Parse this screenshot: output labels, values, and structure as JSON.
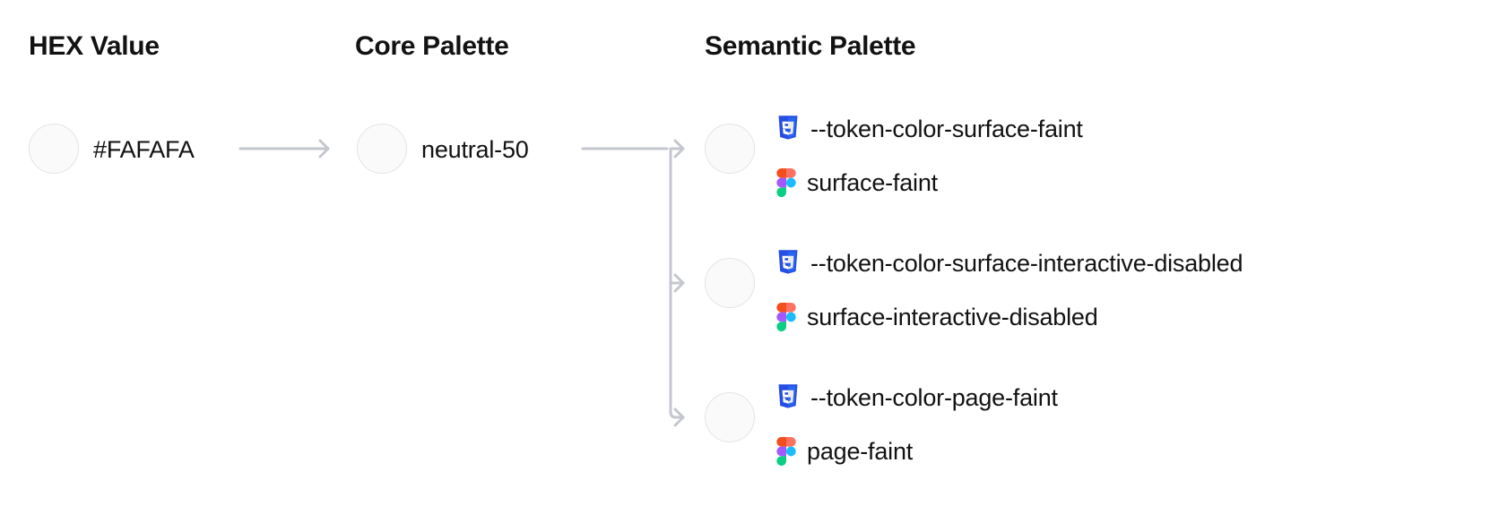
{
  "columns": {
    "hex": {
      "heading": "HEX Value"
    },
    "core": {
      "heading": "Core Palette"
    },
    "semantic": {
      "heading": "Semantic Palette"
    }
  },
  "hex": {
    "swatch_color": "#FAFAFA",
    "value": "#FAFAFA"
  },
  "core": {
    "swatch_color": "#FAFAFA",
    "value": "neutral-50"
  },
  "semantic": {
    "swatch_color": "#FAFAFA",
    "tokens": [
      {
        "css_icon": "css3-icon",
        "css_variable": "--token-color-surface-faint",
        "figma_icon": "figma-icon",
        "figma_name": "surface-faint"
      },
      {
        "css_icon": "css3-icon",
        "css_variable": "--token-color-surface-interactive-disabled",
        "figma_icon": "figma-icon",
        "figma_name": "surface-interactive-disabled"
      },
      {
        "css_icon": "css3-icon",
        "css_variable": "--token-color-page-faint",
        "figma_icon": "figma-icon",
        "figma_name": "page-faint"
      }
    ]
  },
  "theme": {
    "background": "#FFFFFF",
    "text": "#121212",
    "connector": "#C4C7CE",
    "swatch_border": "#E4E4E7",
    "css_blue": "#264DE4",
    "css_blue_light": "#2965F1",
    "figma_orange": "#F24E1E",
    "figma_salmon": "#FF7262",
    "figma_purple": "#A259FF",
    "figma_cyan": "#1ABCFE",
    "figma_green": "#0ACF83"
  },
  "connectors": {
    "hex_to_core_label": "arrow-hex-to-core",
    "core_to_semantic_label": "branch-core-to-semantic"
  }
}
